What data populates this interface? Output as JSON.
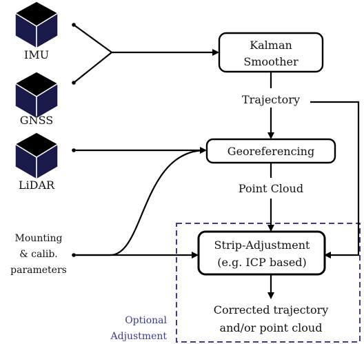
{
  "sensors": {
    "imu": "IMU",
    "gnss": "GNSS",
    "lidar": "LiDAR"
  },
  "inputs": {
    "mounting": [
      "Mounting",
      "& calib.",
      "parameters"
    ]
  },
  "boxes": {
    "kalman": [
      "Kalman",
      "Smoother"
    ],
    "georef": "Georeferencing",
    "strip": [
      "Strip-Adjustment",
      "(e.g. ICP based)"
    ]
  },
  "edges": {
    "trajectory": "Trajectory",
    "point_cloud": "Point Cloud"
  },
  "output": [
    "Corrected trajectory",
    "and/or point cloud"
  ],
  "optional_region": [
    "Optional",
    "Adjustment"
  ],
  "colors": {
    "cube_dark": "#1a1a4a",
    "cube_top": "#000000",
    "line": "#000000",
    "optional_accent": "#3b3b8f"
  }
}
